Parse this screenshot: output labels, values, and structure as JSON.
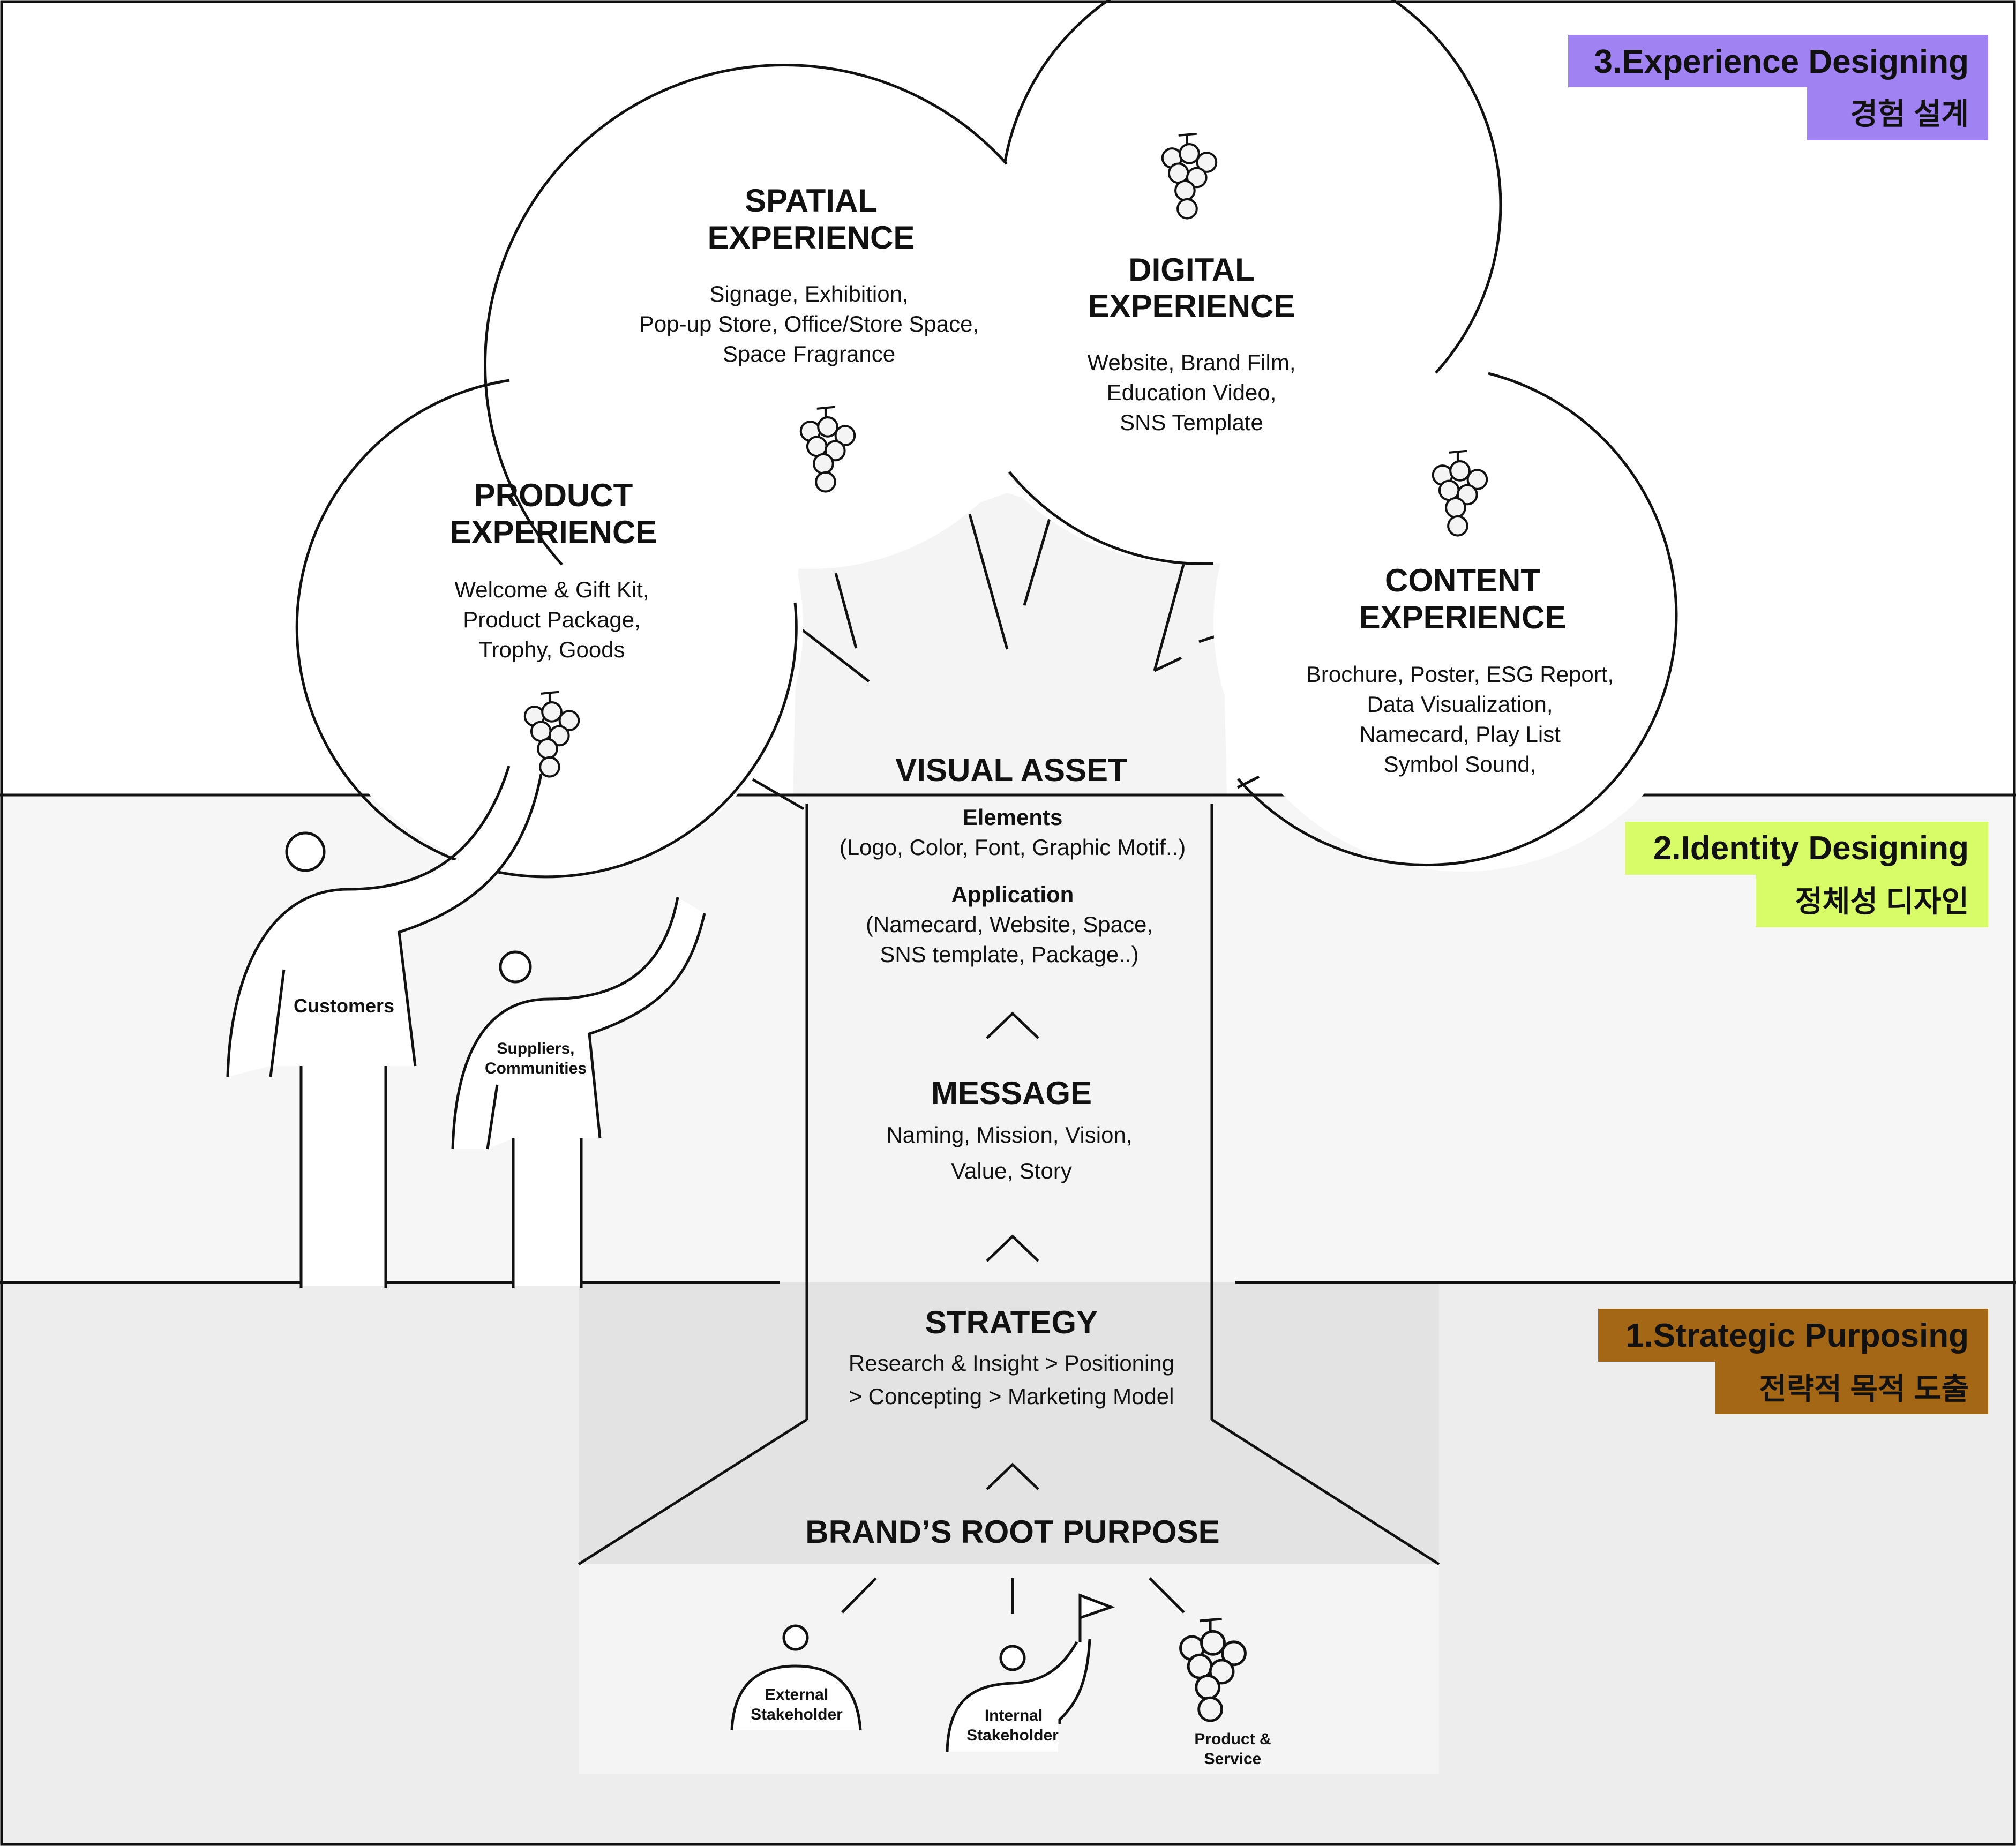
{
  "colors": {
    "experience_band": "#ffffff",
    "identity_band": "#f6f6f6",
    "strategic_band": "#ededed",
    "root_box": "#e3e3e3",
    "label_experience": "#a082f2",
    "label_identity": "#d8fb68",
    "label_strategic": "#a46716"
  },
  "labels": {
    "experience": {
      "title": "3.Experience Designing",
      "korean": "경험 설계"
    },
    "identity": {
      "title": "2.Identity Designing",
      "korean": "정체성 디자인"
    },
    "strategic": {
      "title": "1.Strategic Purposing",
      "korean": "전략적 목적 도출"
    }
  },
  "experiences": {
    "spatial": {
      "title": [
        "SPATIAL",
        "EXPERIENCE"
      ],
      "items": [
        "Signage, Exhibition,",
        "Pop-up Store, Office/Store Space,",
        "Space Fragrance"
      ]
    },
    "digital": {
      "title": [
        "DIGITAL",
        "EXPERIENCE"
      ],
      "items": [
        "Website, Brand Film,",
        "Education Video,",
        "SNS Template"
      ]
    },
    "product": {
      "title": [
        "PRODUCT",
        "EXPERIENCE"
      ],
      "items": [
        "Welcome & Gift Kit,",
        "Product Package,",
        "Trophy, Goods"
      ]
    },
    "content": {
      "title": [
        "CONTENT",
        "EXPERIENCE"
      ],
      "items": [
        "Brochure, Poster, ESG Report,",
        "Data Visualization,",
        "Namecard, Play List",
        "Symbol Sound,"
      ]
    }
  },
  "visual_asset": {
    "title": "VISUAL ASSET",
    "elements_label": "Elements",
    "elements": "(Logo, Color, Font, Graphic Motif..)",
    "application_label": "Application",
    "application": [
      "(Namecard, Website, Space,",
      "SNS template, Package..)"
    ]
  },
  "message": {
    "title": "MESSAGE",
    "items": [
      "Naming, Mission, Vision,",
      "Value, Story"
    ]
  },
  "strategy": {
    "title": "STRATEGY",
    "items": [
      "Research & Insight > Positioning",
      "> Concepting > Marketing Model"
    ]
  },
  "root": {
    "title": "BRAND’S ROOT PURPOSE"
  },
  "figures": {
    "customers": "Customers",
    "suppliers": [
      "Suppliers,",
      "Communities"
    ],
    "external": [
      "External",
      "Stakeholder"
    ],
    "internal": [
      "Internal",
      "Stakeholder"
    ],
    "product": [
      "Product &",
      "Service"
    ]
  },
  "icons": {
    "grape": "grape-cluster-icon",
    "caret": "caret-up-icon",
    "flag": "flag-icon",
    "person": "person-icon"
  }
}
